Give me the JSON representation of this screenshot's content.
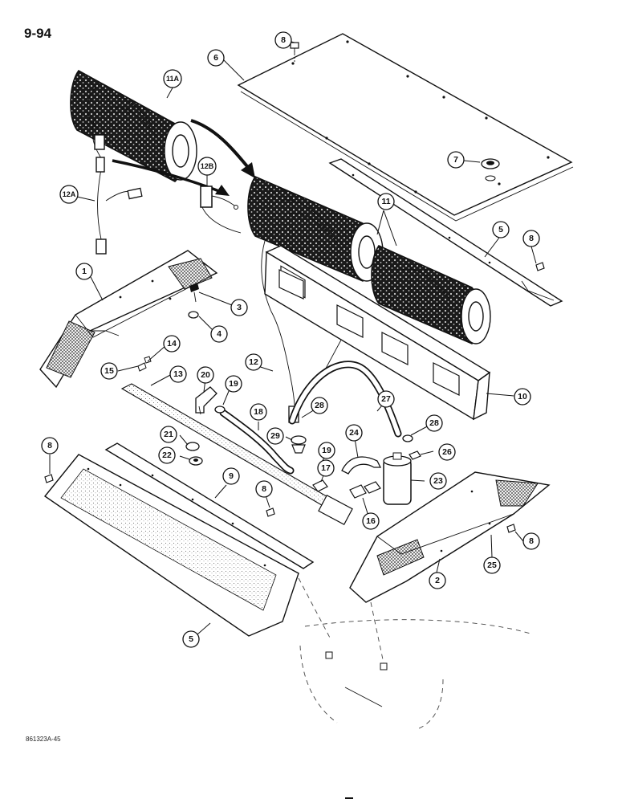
{
  "page_number": "9-94",
  "figure_code": "861323A-45",
  "callouts": {
    "c8a": "8",
    "c6": "6",
    "c11a": "11A",
    "c12b": "12B",
    "c12a": "12A",
    "c7": "7",
    "c11": "11",
    "c5top": "5",
    "c8b": "8",
    "c1": "1",
    "c3": "3",
    "c4": "4",
    "c12": "12",
    "c14": "14",
    "c15": "15",
    "c13": "13",
    "c20": "20",
    "c19a": "19",
    "c10": "10",
    "c18": "18",
    "c28a": "28",
    "c27": "27",
    "c24": "24",
    "c28b": "28",
    "c29": "29",
    "c26": "26",
    "c21": "21",
    "c19b": "19",
    "c22": "22",
    "c17": "17",
    "c23": "23",
    "c8c": "8",
    "c9": "9",
    "c8d": "8",
    "c16": "16",
    "c8e": "8",
    "c25": "25",
    "c2": "2",
    "c5bot": "5"
  },
  "colors": {
    "line": "#111111",
    "background": "#ffffff",
    "fill_dark": "#1a1a1a",
    "fill_screen": "#cfcfcf"
  }
}
